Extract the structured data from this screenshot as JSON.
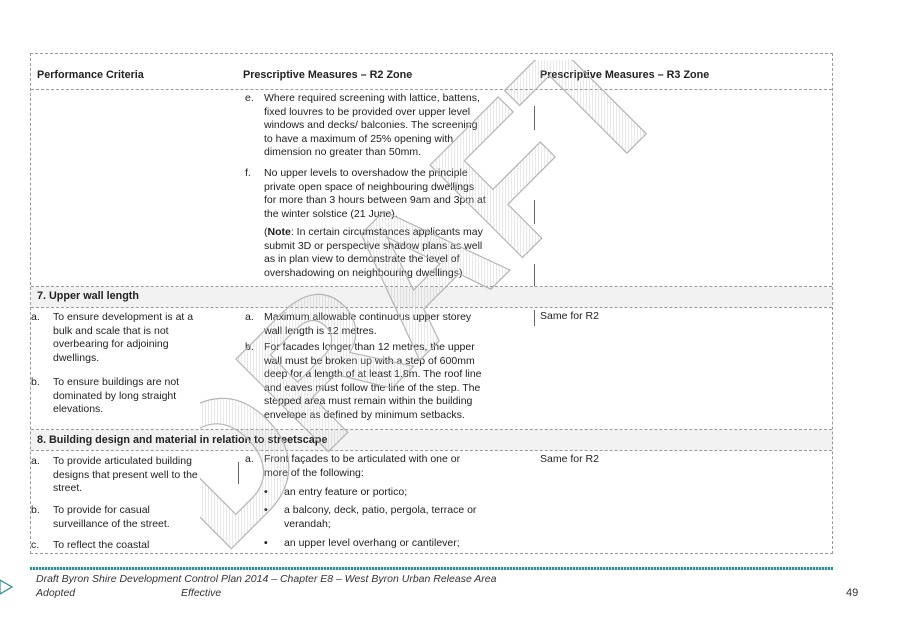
{
  "table": {
    "headers": {
      "criteria": "Performance Criteria",
      "r2": "Prescriptive Measures – R2 Zone",
      "r3": "Prescriptive Measures – R3 Zone"
    },
    "continued": {
      "e": {
        "label": "e.",
        "lines": [
          "Where required screening with lattice, battens,",
          "fixed louvres to be provided over upper level",
          "windows and decks/ balconies. The screening",
          "to have a maximum of 25% opening with",
          "dimension no greater than 50mm."
        ]
      },
      "f": {
        "label": "f.",
        "lines": [
          "No upper levels to overshadow the principle",
          "private open space of neighbouring dwellings",
          "for more than 3 hours between 9am and 3pm at",
          "the winter solstice (21 June)."
        ]
      },
      "note": {
        "bold": "Note",
        "first_rest": ": In certain circumstances applicants may",
        "lines": [
          "submit 3D or perspective shadow plans as well",
          "as in plan view to demonstrate the level of",
          "overshadowing on neighbouring dwellings)"
        ],
        "open_paren": "("
      }
    },
    "section7": {
      "title": "7. Upper wall length",
      "criteria": [
        {
          "label": "a.",
          "lines": [
            "To ensure development is at a",
            "bulk and scale that is not",
            "overbearing for adjoining",
            "dwellings."
          ]
        },
        {
          "label": "b.",
          "lines": [
            "To ensure buildings are not",
            "dominated by long straight",
            "elevations."
          ]
        }
      ],
      "r2": [
        {
          "label": "a.",
          "lines": [
            "Maximum allowable continuous upper storey",
            "wall length is 12 metres."
          ]
        },
        {
          "label": "b.",
          "lines": [
            "For facades longer than 12 metres, the upper",
            "wall must be broken up with a step of 600mm",
            "deep for a length of at least 1.8m. The roof line",
            "and eaves must follow the line of the step. The",
            "stepped area must remain within the building",
            "envelope as defined by minimum setbacks."
          ]
        }
      ],
      "r3": "Same for R2"
    },
    "section8": {
      "title": "8. Building design and material in relation to streetscape",
      "criteria": [
        {
          "label": "a.",
          "lines": [
            "To provide articulated building",
            "designs that present well to the",
            "street."
          ]
        },
        {
          "label": "b.",
          "lines": [
            "To provide for casual",
            "surveillance of the street."
          ]
        },
        {
          "label": "c.",
          "lines": [
            "To reflect the coastal"
          ]
        }
      ],
      "r2_intro": {
        "label": "a.",
        "lines": [
          "Front façades to be articulated with one or",
          "more  of the following:"
        ]
      },
      "r2_bullets": [
        [
          "an entry feature or portico;"
        ],
        [
          "a balcony, deck, patio, pergola, terrace or",
          "verandah;"
        ],
        [
          "an upper level overhang or cantilever;"
        ]
      ],
      "r3": "Same for R2"
    }
  },
  "watermark": {
    "text": "DRAFT",
    "color": "#b4b4b4"
  },
  "footer": {
    "title": "Draft Byron Shire Development Control Plan 2014 – Chapter E8 – West Byron Urban Release Area",
    "adopted": "Adopted",
    "effective": "Effective",
    "page_number": "49",
    "accent_color": "#2f8f96"
  }
}
